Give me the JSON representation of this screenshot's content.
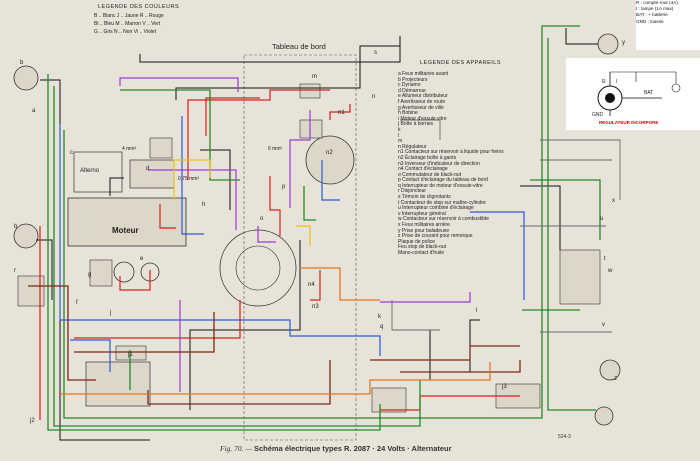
{
  "color_legend": {
    "title": "LEGENDE DES COULEURS",
    "rows": [
      "B .. Blanc    J .. Jaune    R .. Rouge",
      "Bl .. Bleu    M .. Marron    V .. Vert",
      "G .. Gris    N .. Noir    Vi .. Violet"
    ]
  },
  "device_legend": {
    "title": "LEGENDE DES APPAREILS",
    "items": [
      "a  Feux militaires avant",
      "b  Projecteurs",
      "c  Dynamo",
      "d  Démarreur",
      "e  Allumeur distributeur",
      "f  Avertisseur de route",
      "g  Avertisseur de ville",
      "h  Bobine",
      "i  Moteur d'essuie vitre",
      "j  Boîte à bornes",
      "k",
      "l",
      "m",
      "n  Régulateur",
      "n1 Contacteur sur réservoir à liquide pour freins",
      "n2 Éclairage boîte à gants",
      "n3 Inverseur d'indicateur de direction",
      "n4 Contact d'éclairage",
      "o  Commutateur de black-out",
      "p  Contact d'éclairage du tableau de bord",
      "q  Interrupteur de moteur d'essuie-vitre",
      "r  Disjoncteur",
      "s  Témoin de clignotants",
      "t  Contacteur de stop sur maître-cylindre",
      "u  Interrupteur combiné d'éclairage",
      "v  Interrupteur général",
      "w  Contacteur sur réservoir à combustible",
      "x  Feux militaires arrière",
      "y  Prise pour baladeuse",
      "z  Prise de courant pour remorque",
      "   Plaque de police",
      "   Feu stop de black-out",
      "   Mano-contact d'huile"
    ]
  },
  "labels": {
    "tableau_de_bord": "Tableau de bord",
    "moteur": "Moteur",
    "alterno": "Alterno",
    "wire_4mm": "4 mm²",
    "wire_075": "0,75 mm²",
    "wire_6mm": "6 mm²",
    "refs": [
      "b",
      "a",
      "b",
      "c",
      "d",
      "e",
      "f",
      "g",
      "h",
      "j",
      "j1",
      "j2",
      "j3",
      "k",
      "l",
      "m",
      "n",
      "n1",
      "n2",
      "n3",
      "n4",
      "o",
      "p",
      "q",
      "r",
      "s",
      "t",
      "u",
      "v",
      "w",
      "x",
      "y",
      "z"
    ]
  },
  "inset": {
    "rows": [
      "R : compte-rour (4A)",
      "I : lampe (1A max)",
      "BAT : + batterie",
      "GND : masse"
    ]
  },
  "regulator": {
    "label": "REGULATEUR INCORPORE",
    "terminals": [
      "BAT",
      "GND",
      "R",
      "I"
    ]
  },
  "caption": {
    "prefix": "Fig. 70. —",
    "title": "Schéma électrique types R. 2087 · 24 Volts · Alternateur"
  },
  "page_number": "524-3",
  "colors": {
    "red": "#d42020",
    "green": "#1f8a2a",
    "blue": "#2f5ad8",
    "purple": "#9b3ad6",
    "brown": "#7a2a12",
    "orange": "#e07820",
    "yellow": "#e7c21c",
    "black": "#111111",
    "grey": "#6a6a6a"
  }
}
